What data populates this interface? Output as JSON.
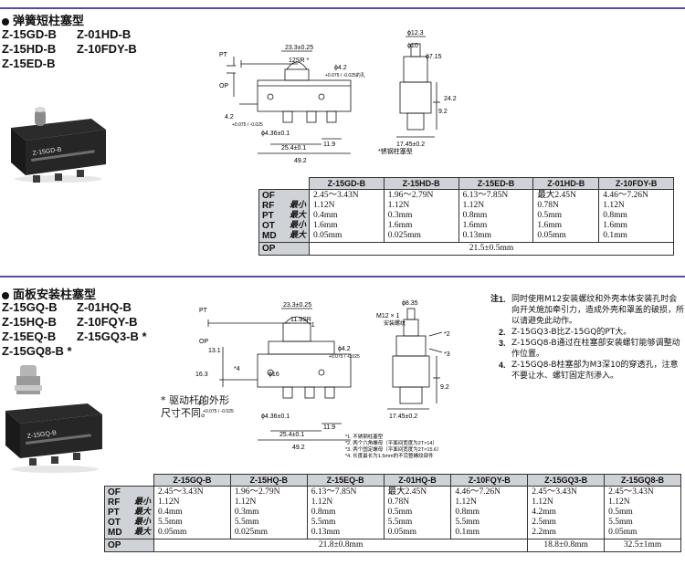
{
  "section1": {
    "title": "弹簧短柱塞型",
    "models": [
      "Z-15GD-B",
      "Z-01HD-B",
      "Z-15HD-B",
      "Z-10FDY-B",
      "Z-15ED-B"
    ],
    "photo_label": "Z-15GD-B",
    "dims": {
      "pt": "PT",
      "op": "OP",
      "d1": "23.3±0.25",
      "d2": "12SR *",
      "d3": "ϕ4.2",
      "d3b": "+0.075 / -0.025的孔",
      "d4": "4.2",
      "d4b": "+0.075 / -0.025",
      "d5": "ϕ4.36±0.1",
      "d6": "25.4±0.1",
      "d7": "11.9",
      "d8": "49.2",
      "d9": "ϕ12.3",
      "d10": "ϕ10",
      "d11": "ϕ7.15",
      "d12": "24.2",
      "d13": "9.2",
      "d14": "17.45±0.2",
      "note": "*锈钢柱塞型"
    },
    "table": {
      "columns": [
        "Z-15GD-B",
        "Z-15HD-B",
        "Z-15ED-B",
        "Z-01HD-B",
        "Z-10FDY-B"
      ],
      "row_labels": [
        "OF",
        "RF",
        "PT",
        "OT",
        "MD"
      ],
      "row_subs": [
        "",
        "最小",
        "最大",
        "最小",
        "最大"
      ],
      "values": [
        [
          "2.45～3.43N",
          "1.12N",
          "0.4mm",
          "1.6mm",
          "0.05mm"
        ],
        [
          "1.96～2.79N",
          "1.12N",
          "0.3mm",
          "1.6mm",
          "0.025mm"
        ],
        [
          "6.13～7.85N",
          "1.12N",
          "0.8mm",
          "1.6mm",
          "0.13mm"
        ],
        [
          "最大2.45N",
          "0.78N",
          "0.5mm",
          "1.6mm",
          "0.05mm"
        ],
        [
          "4.46～7.26N",
          "1.12N",
          "0.8mm",
          "1.6mm",
          "0.1mm"
        ]
      ],
      "op_label": "OP",
      "op_value": "21.5±0.5mm"
    }
  },
  "section2": {
    "title": "面板安装柱塞型",
    "models": [
      "Z-15GQ-B",
      "Z-01HQ-B",
      "Z-15HQ-B",
      "Z-10FQY-B",
      "Z-15EQ-B",
      "Z-15GQ3-B *",
      "Z-15GQ8-B *"
    ],
    "photo_label": "Z-15GQ-B",
    "note_drive": "* 驱动杆的外形尺寸不同。",
    "dims": {
      "pt": "PT",
      "op": "OP",
      "d1": "23.3±0.25",
      "d2": "11.9SR",
      "d2b": "*1",
      "d3": "13.1",
      "d4": "16.3",
      "d4b": "*4",
      "d5": "ϕ16",
      "d6": "ϕ4.2",
      "d6b": "+0.075 / -0.025",
      "d7": "4.2",
      "d7b": "+0.075 / -0.025",
      "d8": "ϕ4.36±0.1",
      "d9": "25.4±0.1",
      "d10": "11.9",
      "d11": "49.2",
      "d12": "ϕ8.35",
      "d13": "M12 × 1",
      "d13b": "安装螺纹",
      "d14": "*2",
      "d15": "*3",
      "d16": "9.2",
      "d17": "17.45±0.2",
      "footnotes": [
        "*1. 不锈钢柱塞型",
        "*2. 两个六角螺母（平面间宽度为2T×14）",
        "*3. 两个固定螺母（平面间宽度为2T×15.6）",
        "*4. 长度最长为1.5mm的不完整螺纹部件"
      ]
    },
    "notes": {
      "head": "注",
      "items": [
        {
          "num": "1.",
          "text": "同时使用M12安装螺纹和外壳本体安装孔时会向开关施加牵引力，造成外壳和罩盖的破损，所以请避免此动作。"
        },
        {
          "num": "2.",
          "text": "Z-15GQ3-B比Z-15GQ的PT大。"
        },
        {
          "num": "3.",
          "text": "Z-15GQ8-B通过在柱塞部安装螺钉能够调整动作位置。"
        },
        {
          "num": "4.",
          "text": "Z-15GQ8-B柱塞部为M3深10的穿透孔，注意不要让水、螺钉固定剂渗入。"
        }
      ]
    },
    "table": {
      "columns": [
        "Z-15GQ-B",
        "Z-15HQ-B",
        "Z-15EQ-B",
        "Z-01HQ-B",
        "Z-10FQY-B",
        "Z-15GQ3-B",
        "Z-15GQ8-B"
      ],
      "row_labels": [
        "OF",
        "RF",
        "PT",
        "OT",
        "MD"
      ],
      "row_subs": [
        "",
        "最小",
        "最大",
        "最小",
        "最大"
      ],
      "values": [
        [
          "2.45～3.43N",
          "1.12N",
          "0.4mm",
          "5.5mm",
          "0.05mm"
        ],
        [
          "1.96～2.79N",
          "1.12N",
          "0.3mm",
          "5.5mm",
          "0.025mm"
        ],
        [
          "6.13～7.85N",
          "1.12N",
          "0.8mm",
          "5.5mm",
          "0.13mm"
        ],
        [
          "最大2.45N",
          "0.78N",
          "0.5mm",
          "5.5mm",
          "0.05mm"
        ],
        [
          "4.46～7.26N",
          "1.12N",
          "0.8mm",
          "5.5mm",
          "0.1mm"
        ],
        [
          "2.45～3.43N",
          "1.12N",
          "4.2mm",
          "2.5mm",
          "2.2mm"
        ],
        [
          "2.45～3.43N",
          "1.12N",
          "0.5mm",
          "5.5mm",
          "0.05mm"
        ]
      ],
      "op_label": "OP",
      "op_values": [
        "21.8±0.8mm",
        "18.8±0.8mm",
        "32.5±1mm"
      ]
    }
  },
  "colors": {
    "rule": "#5d4a9c",
    "header_fill": "#cfd2d6"
  }
}
